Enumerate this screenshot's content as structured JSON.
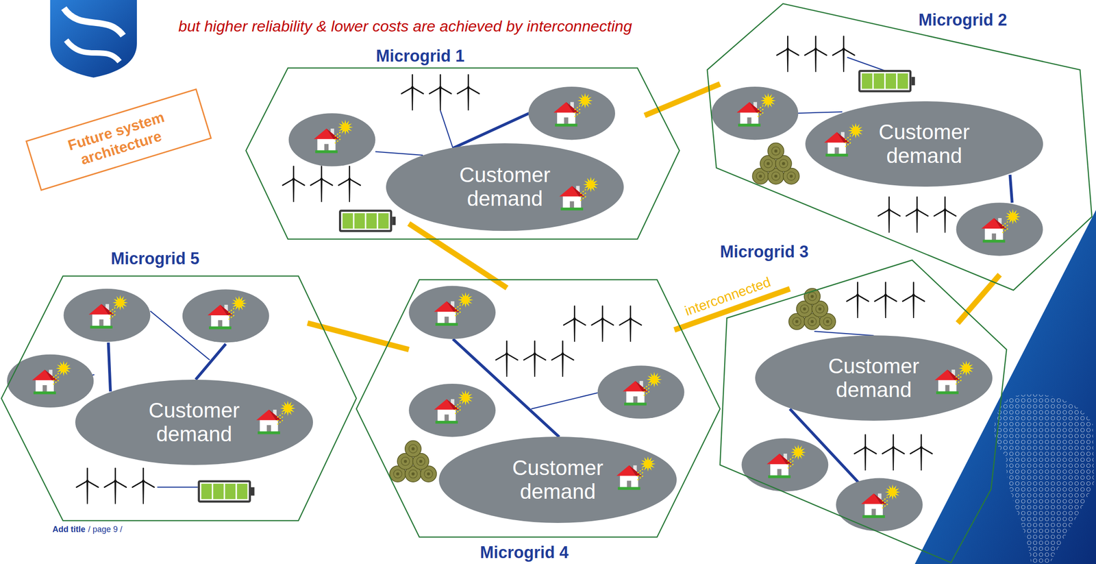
{
  "diagram": {
    "title": "but higher reliability & lower costs are achieved by interconnecting",
    "nodes": [
      {
        "text": [
          "Microgrid 1"
        ]
      },
      {
        "text": [
          "Customer demand"
        ],
        "in": 0
      },
      {
        "text": [
          "Microgrid 2"
        ]
      },
      {
        "text": [
          "Customer demand"
        ],
        "in": 2
      },
      {
        "text": [
          "Microgrid 5"
        ]
      },
      {
        "text": [
          "Customer demand"
        ],
        "in": 4
      },
      {
        "text": [
          "Microgrid 3"
        ]
      },
      {
        "text": [
          "Customer demand"
        ],
        "in": 6
      },
      {
        "text": [
          "Microgrid 4"
        ]
      },
      {
        "text": [
          "Customer demand"
        ],
        "in": 8
      }
    ],
    "edges": [
      {
        "from": 0,
        "to": 2,
        "arrow": "none"
      },
      {
        "from": 0,
        "to": 8,
        "arrow": "none"
      },
      {
        "from": 4,
        "to": 8,
        "arrow": "none"
      },
      {
        "from": 8,
        "to": 6,
        "label": "interconnected",
        "arrow": "none"
      },
      {
        "from": 2,
        "to": 6,
        "arrow": "none"
      }
    ],
    "labels": [
      "Future system architecture",
      "Add title",
      "/ page 9 /"
    ]
  }
}
